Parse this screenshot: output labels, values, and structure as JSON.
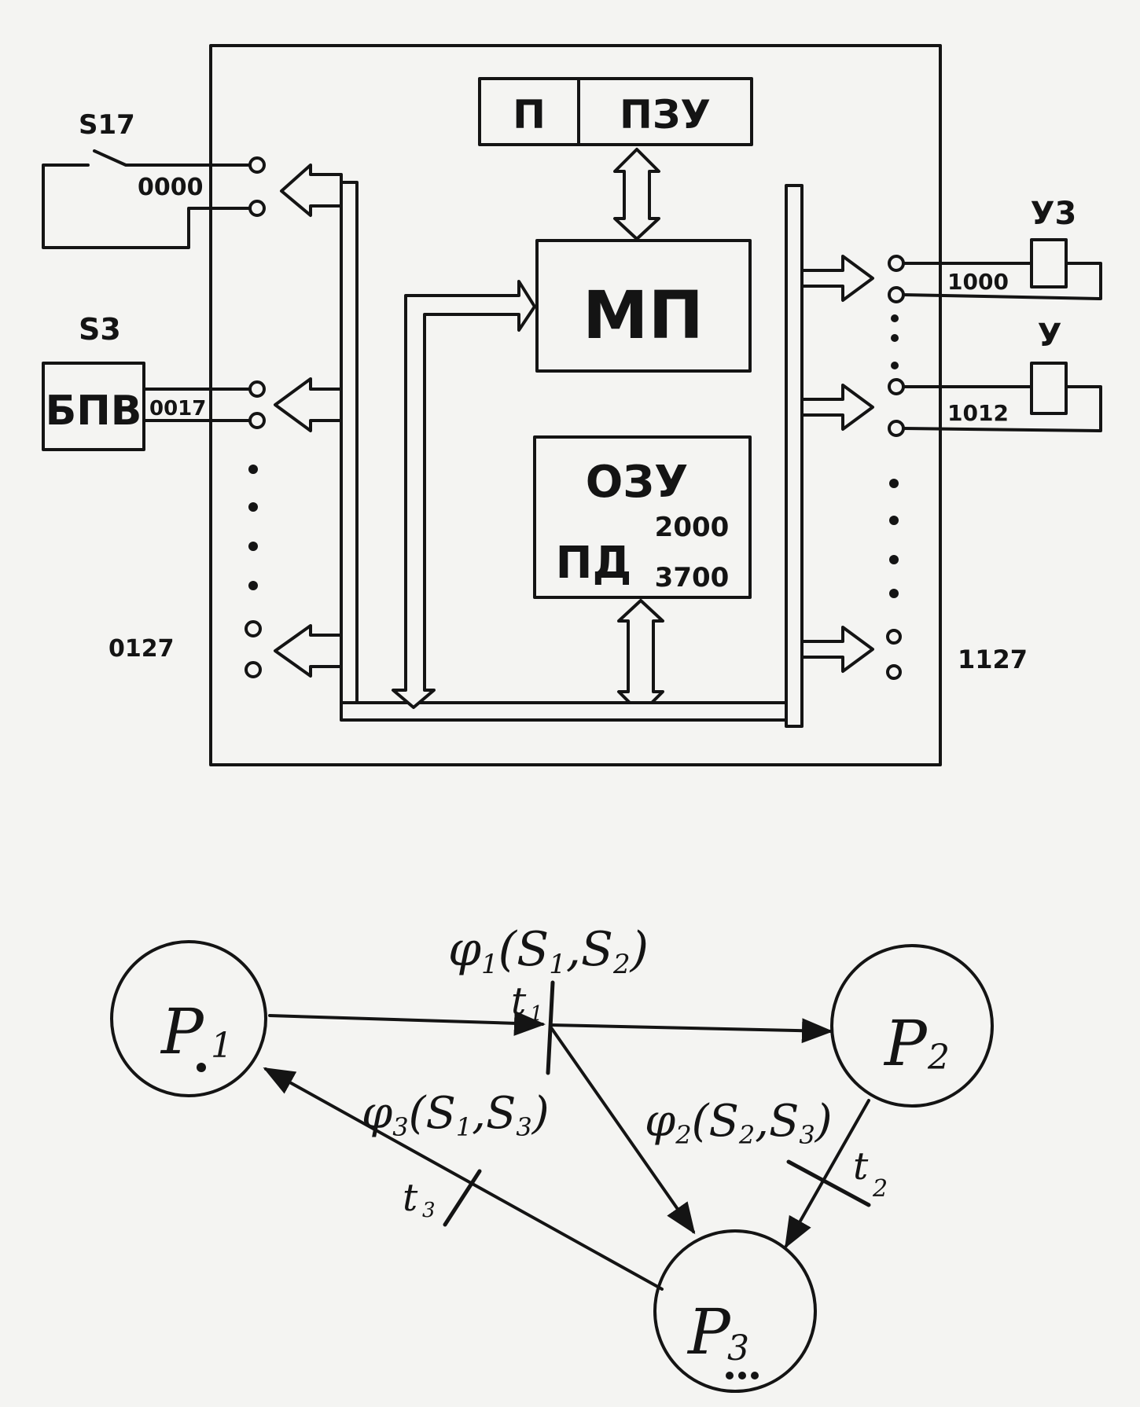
{
  "block_diagram": {
    "rom_block": {
      "left_label": "П",
      "right_label": "ПЗУ"
    },
    "cpu_label": "МП",
    "ram_block": {
      "title": "ОЗУ",
      "subtitle": "ПД",
      "addr_start": "2000",
      "addr_end": "3700"
    },
    "switch": {
      "name": "S17",
      "address": "0000"
    },
    "input_block": {
      "name": "S3",
      "label": "БПВ",
      "address": "0017"
    },
    "input_last_address": "0127",
    "output_coil_1": {
      "name": "У3",
      "address": "1000"
    },
    "output_coil_2": {
      "name": "У",
      "address": "1012"
    },
    "output_last_address": "1127"
  },
  "petri_net": {
    "places": [
      {
        "name": "P",
        "sub": "1"
      },
      {
        "name": "P",
        "sub": "2"
      },
      {
        "name": "P",
        "sub": "3"
      }
    ],
    "transitions": [
      {
        "name": "t",
        "sub": "1"
      },
      {
        "name": "t",
        "sub": "2"
      },
      {
        "name": "t",
        "sub": "3"
      }
    ],
    "conditions": {
      "phi1": {
        "func": "φ",
        "idx": "1",
        "args": [
          "S",
          "1",
          "S",
          "2"
        ]
      },
      "phi2": {
        "func": "φ",
        "idx": "2",
        "args": [
          "S",
          "2",
          "S",
          "3"
        ]
      },
      "phi3": {
        "func": "φ",
        "idx": "3",
        "args": [
          "S",
          "1",
          "S",
          "3"
        ]
      }
    }
  }
}
